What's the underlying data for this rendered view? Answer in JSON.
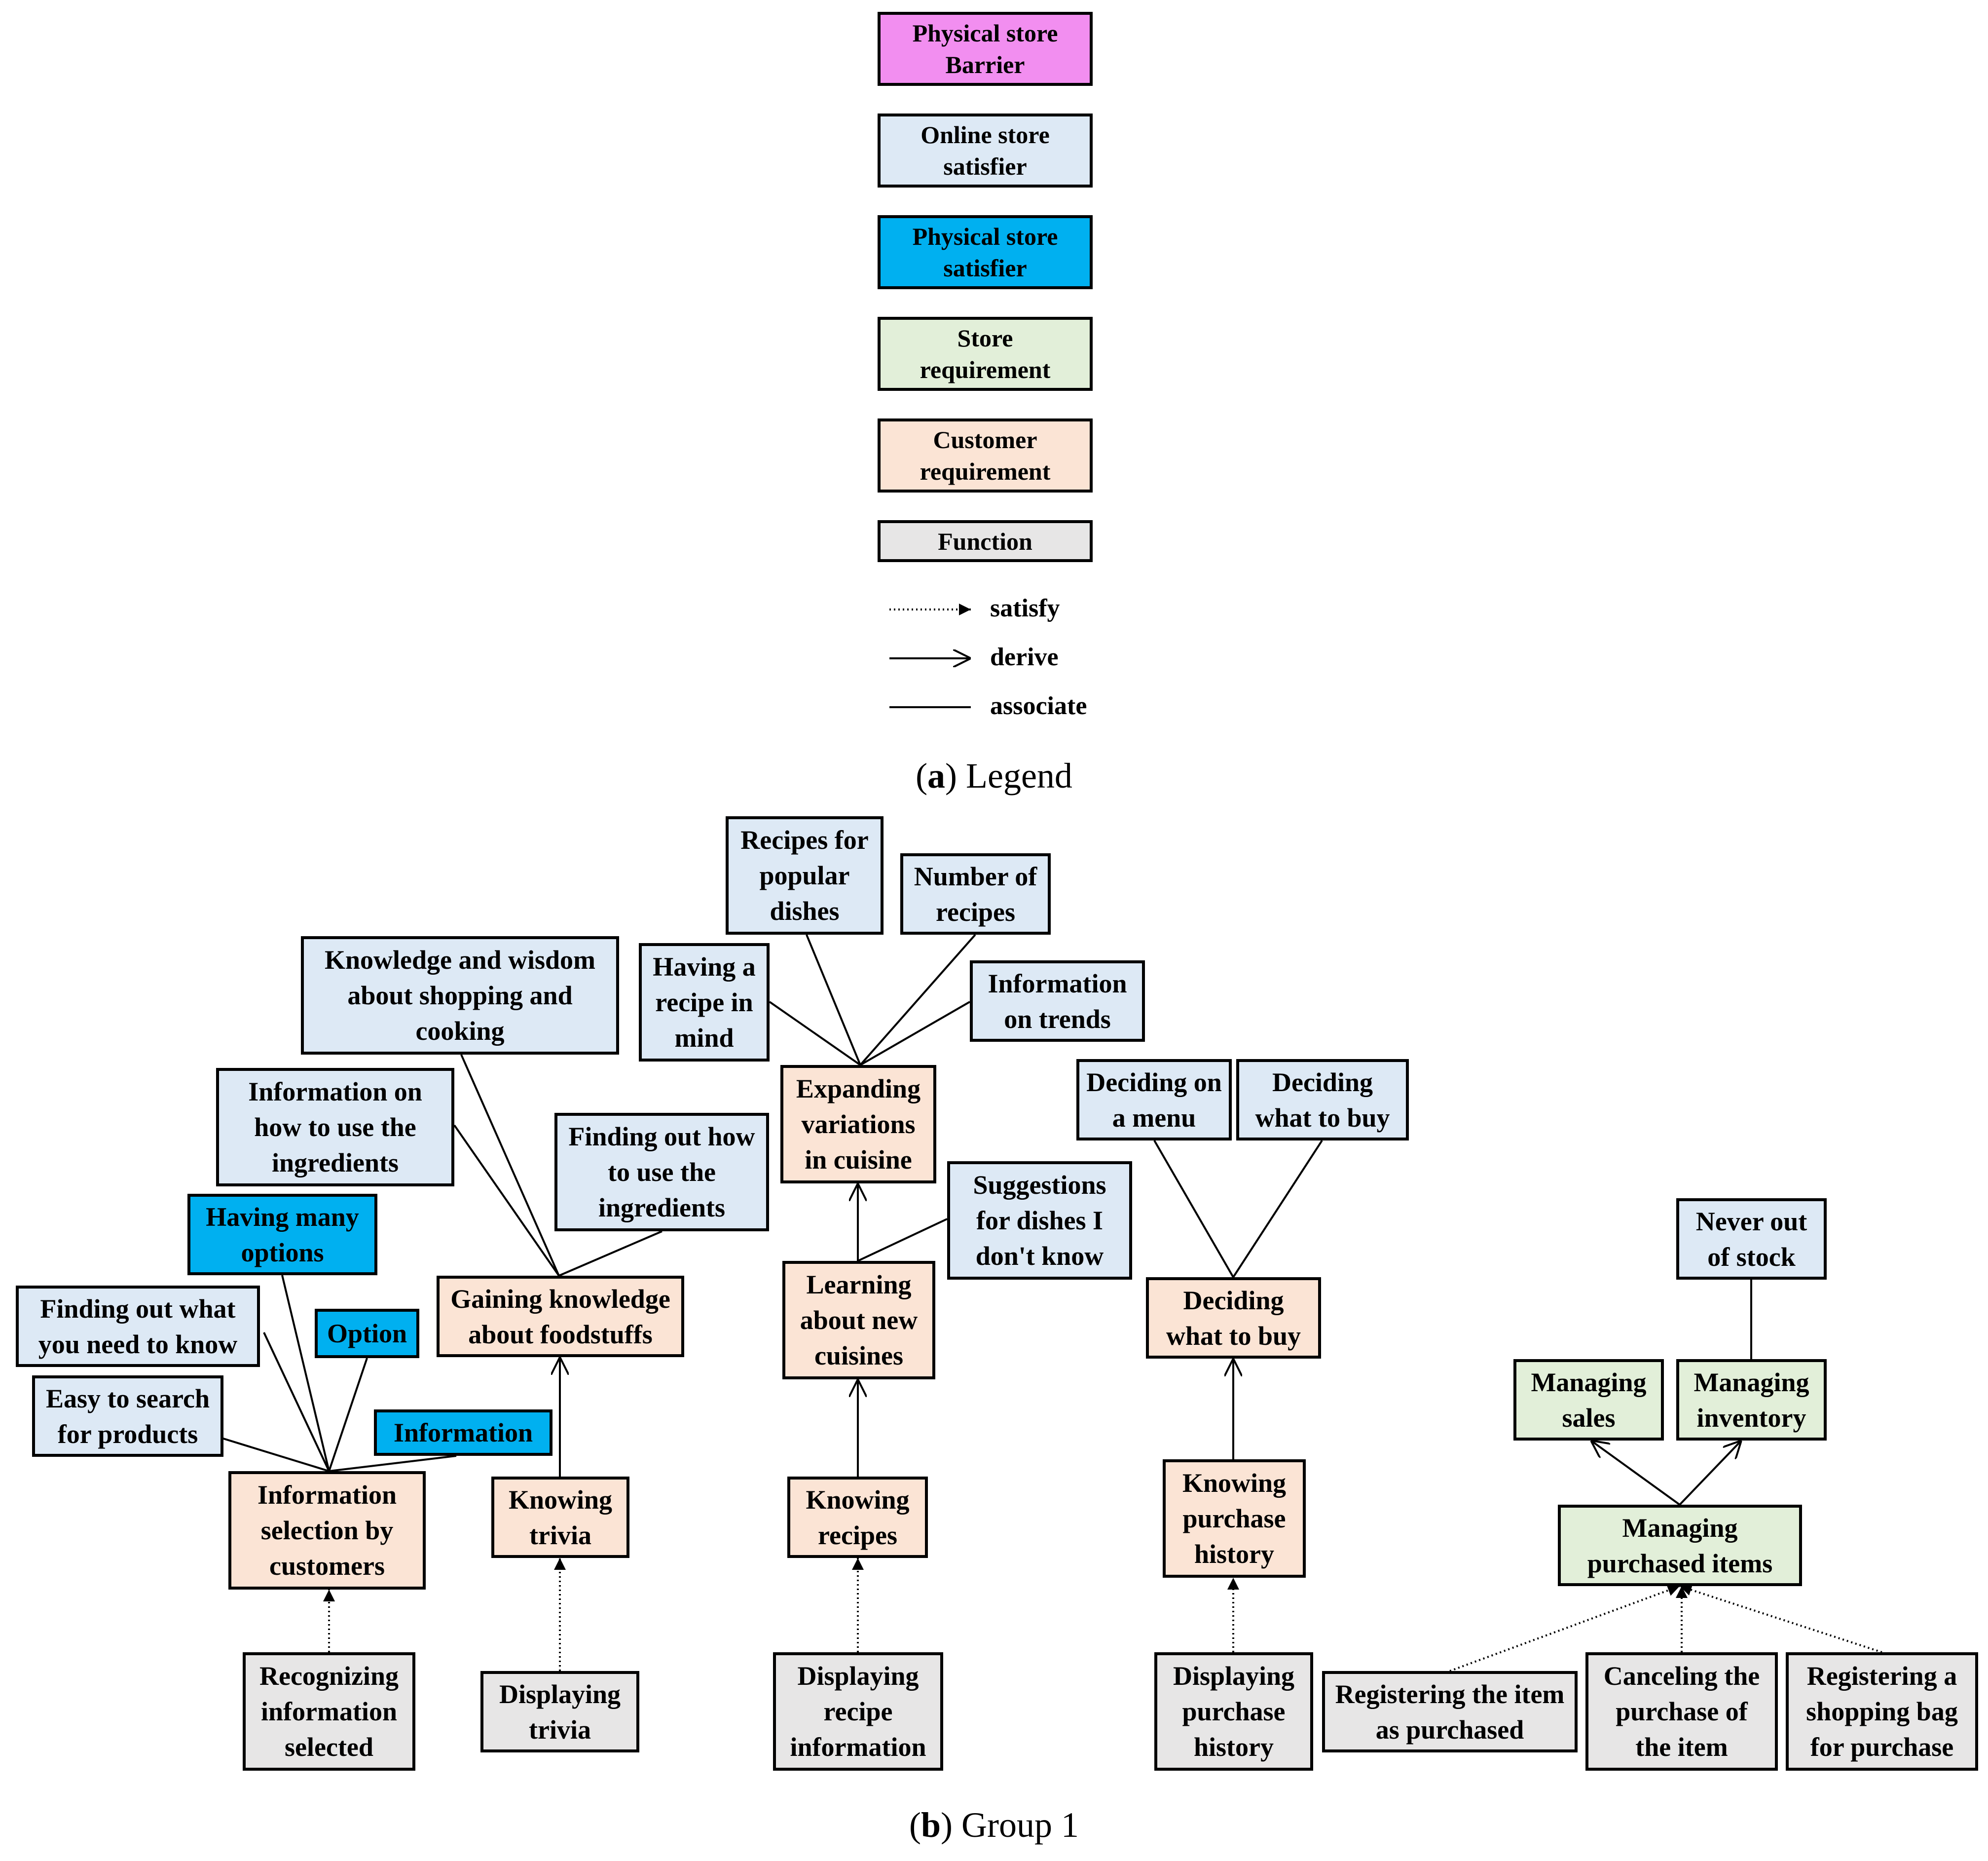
{
  "colors": {
    "physical_store_barrier": "#f28ef0",
    "online_store_satisfier": "#dde9f5",
    "physical_store_satisfier": "#00b0f0",
    "store_requirement": "#e2efd9",
    "customer_requirement": "#fbe4d5",
    "function": "#e7e6e6"
  },
  "legend": {
    "items": [
      {
        "label": "Physical store\nBarrier",
        "kind": "physical_store_barrier"
      },
      {
        "label": "Online store\nsatisfier",
        "kind": "online_store_satisfier"
      },
      {
        "label": "Physical store\nsatisfier",
        "kind": "physical_store_satisfier"
      },
      {
        "label": "Store\nrequirement",
        "kind": "store_requirement"
      },
      {
        "label": "Customer\nrequirement",
        "kind": "customer_requirement"
      },
      {
        "label": "Function",
        "kind": "function"
      }
    ],
    "edge_types": [
      {
        "label": "satisfy",
        "style": "dotted-filled-arrow"
      },
      {
        "label": "derive",
        "style": "solid-open-arrow"
      },
      {
        "label": "associate",
        "style": "solid-line"
      }
    ]
  },
  "captions": {
    "legend": {
      "letter": "a",
      "text": "Legend"
    },
    "group": {
      "letter": "b",
      "text": "Group 1"
    }
  },
  "nodes": [
    {
      "id": "recipes_popular",
      "label": "Recipes for\npopular\ndishes",
      "kind": "online_store_satisfier"
    },
    {
      "id": "number_recipes",
      "label": "Number of\nrecipes",
      "kind": "online_store_satisfier"
    },
    {
      "id": "knowledge_wisdom",
      "label": "Knowledge and wisdom\nabout shopping and\ncooking",
      "kind": "online_store_satisfier"
    },
    {
      "id": "having_recipe",
      "label": "Having a\nrecipe in\nmind",
      "kind": "online_store_satisfier"
    },
    {
      "id": "info_trends",
      "label": "Information\non trends",
      "kind": "online_store_satisfier"
    },
    {
      "id": "info_how_use",
      "label": "Information on\nhow to use the\ningredients",
      "kind": "online_store_satisfier"
    },
    {
      "id": "deciding_menu",
      "label": "Deciding on\na menu",
      "kind": "online_store_satisfier"
    },
    {
      "id": "deciding_buy_top",
      "label": "Deciding\nwhat to buy",
      "kind": "online_store_satisfier"
    },
    {
      "id": "expanding",
      "label": "Expanding\nvariations\nin cuisine",
      "kind": "customer_requirement"
    },
    {
      "id": "finding_how_use",
      "label": "Finding out how\nto use the\ningredients",
      "kind": "online_store_satisfier"
    },
    {
      "id": "having_many",
      "label": "Having many\noptions",
      "kind": "physical_store_satisfier"
    },
    {
      "id": "suggestions",
      "label": "Suggestions\nfor dishes I\ndon't know",
      "kind": "online_store_satisfier"
    },
    {
      "id": "never_out",
      "label": "Never out\nof stock",
      "kind": "online_store_satisfier"
    },
    {
      "id": "finding_need",
      "label": "Finding out what\nyou need to know",
      "kind": "online_store_satisfier"
    },
    {
      "id": "option",
      "label": "Option",
      "kind": "physical_store_satisfier"
    },
    {
      "id": "gaining",
      "label": "Gaining knowledge\nabout foodstuffs",
      "kind": "customer_requirement"
    },
    {
      "id": "learning_cuisines",
      "label": "Learning\nabout new\ncuisines",
      "kind": "customer_requirement"
    },
    {
      "id": "deciding_buy",
      "label": "Deciding\nwhat to buy",
      "kind": "customer_requirement"
    },
    {
      "id": "easy_search",
      "label": "Easy to search\nfor products",
      "kind": "online_store_satisfier"
    },
    {
      "id": "information",
      "label": "Information",
      "kind": "physical_store_satisfier"
    },
    {
      "id": "managing_sales",
      "label": "Managing\nsales",
      "kind": "store_requirement"
    },
    {
      "id": "managing_inventory",
      "label": "Managing\ninventory",
      "kind": "store_requirement"
    },
    {
      "id": "info_selection",
      "label": "Information\nselection by\ncustomers",
      "kind": "customer_requirement"
    },
    {
      "id": "knowing_trivia",
      "label": "Knowing\ntrivia",
      "kind": "customer_requirement"
    },
    {
      "id": "knowing_recipes",
      "label": "Knowing\nrecipes",
      "kind": "customer_requirement"
    },
    {
      "id": "knowing_history",
      "label": "Knowing\npurchase\nhistory",
      "kind": "customer_requirement"
    },
    {
      "id": "managing_purchased",
      "label": "Managing\npurchased items",
      "kind": "store_requirement"
    },
    {
      "id": "recognizing",
      "label": "Recognizing\ninformation\nselected",
      "kind": "function"
    },
    {
      "id": "displaying_trivia",
      "label": "Displaying\ntrivia",
      "kind": "function"
    },
    {
      "id": "displaying_recipe",
      "label": "Displaying\nrecipe\ninformation",
      "kind": "function"
    },
    {
      "id": "displaying_history",
      "label": "Displaying\npurchase\nhistory",
      "kind": "function"
    },
    {
      "id": "registering_item",
      "label": "Registering the item\nas purchased",
      "kind": "function"
    },
    {
      "id": "canceling",
      "label": "Canceling the\npurchase of\nthe item",
      "kind": "function"
    },
    {
      "id": "registering_bag",
      "label": "Registering a\nshopping bag\nfor purchase",
      "kind": "function"
    }
  ],
  "edges": [
    {
      "from": "recognizing",
      "to": "info_selection",
      "type": "satisfy"
    },
    {
      "from": "displaying_trivia",
      "to": "knowing_trivia",
      "type": "satisfy"
    },
    {
      "from": "displaying_recipe",
      "to": "knowing_recipes",
      "type": "satisfy"
    },
    {
      "from": "displaying_history",
      "to": "knowing_history",
      "type": "satisfy"
    },
    {
      "from": "registering_item",
      "to": "managing_purchased",
      "type": "satisfy"
    },
    {
      "from": "canceling",
      "to": "managing_purchased",
      "type": "satisfy"
    },
    {
      "from": "registering_bag",
      "to": "managing_purchased",
      "type": "satisfy"
    },
    {
      "from": "knowing_trivia",
      "to": "gaining",
      "type": "derive"
    },
    {
      "from": "knowing_recipes",
      "to": "learning_cuisines",
      "type": "derive"
    },
    {
      "from": "learning_cuisines",
      "to": "expanding",
      "type": "derive"
    },
    {
      "from": "knowing_history",
      "to": "deciding_buy",
      "type": "derive"
    },
    {
      "from": "managing_purchased",
      "to": "managing_sales",
      "type": "derive"
    },
    {
      "from": "managing_purchased",
      "to": "managing_inventory",
      "type": "derive"
    },
    {
      "from": "info_selection",
      "to": "easy_search",
      "type": "associate"
    },
    {
      "from": "info_selection",
      "to": "finding_need",
      "type": "associate"
    },
    {
      "from": "info_selection",
      "to": "having_many",
      "type": "associate"
    },
    {
      "from": "info_selection",
      "to": "option",
      "type": "associate"
    },
    {
      "from": "info_selection",
      "to": "information",
      "type": "associate"
    },
    {
      "from": "gaining",
      "to": "knowledge_wisdom",
      "type": "associate"
    },
    {
      "from": "gaining",
      "to": "info_how_use",
      "type": "associate"
    },
    {
      "from": "gaining",
      "to": "finding_how_use",
      "type": "associate"
    },
    {
      "from": "expanding",
      "to": "having_recipe",
      "type": "associate"
    },
    {
      "from": "expanding",
      "to": "recipes_popular",
      "type": "associate"
    },
    {
      "from": "expanding",
      "to": "number_recipes",
      "type": "associate"
    },
    {
      "from": "expanding",
      "to": "info_trends",
      "type": "associate"
    },
    {
      "from": "learning_cuisines",
      "to": "suggestions",
      "type": "associate"
    },
    {
      "from": "deciding_buy",
      "to": "deciding_menu",
      "type": "associate"
    },
    {
      "from": "deciding_buy",
      "to": "deciding_buy_top",
      "type": "associate"
    },
    {
      "from": "managing_inventory",
      "to": "never_out",
      "type": "associate"
    }
  ]
}
